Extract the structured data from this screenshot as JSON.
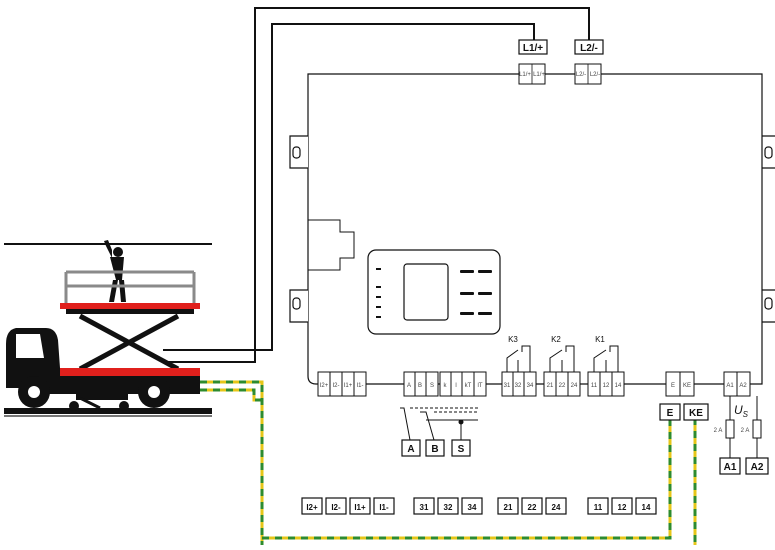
{
  "supply": {
    "l1_label": "L1/+",
    "l2_label": "L2/-",
    "header_terminals": [
      "L1/+",
      "L1/+",
      "L2/-",
      "L2/-"
    ]
  },
  "device": {
    "bottom_terminals_left": [
      "I2+",
      "I2-",
      "I1+",
      "I1-"
    ],
    "bottom_terminals_mid": [
      "A",
      "B",
      "S"
    ],
    "bottom_terminals_k": [
      "k",
      "l",
      "kT",
      "lT"
    ],
    "relays": [
      {
        "name": "K3",
        "terminals": [
          "31",
          "32",
          "34"
        ]
      },
      {
        "name": "K2",
        "terminals": [
          "21",
          "22",
          "24"
        ]
      },
      {
        "name": "K1",
        "terminals": [
          "11",
          "12",
          "14"
        ]
      }
    ],
    "earth_terminals": [
      "E",
      "KE"
    ],
    "aux_terminals": [
      "A1",
      "A2"
    ]
  },
  "labels": {
    "sensor": [
      "A",
      "B",
      "S"
    ],
    "earth": [
      "E",
      "KE"
    ],
    "aux_bottom": [
      "A1",
      "A2"
    ],
    "us_symbol": "U",
    "us_subscript": "S",
    "fuse_rating": "2 A"
  },
  "outputs": {
    "inputs_row": [
      "I2+",
      "I2-",
      "I1+",
      "I1-"
    ],
    "relay_row": [
      "31",
      "32",
      "34",
      "21",
      "22",
      "24",
      "11",
      "12",
      "14"
    ]
  },
  "colors": {
    "truck": "#111111",
    "platform_red": "#e0201c",
    "earth_green": "#2e8b2e",
    "earth_yellow": "#e6c619",
    "wire": "#111111"
  }
}
